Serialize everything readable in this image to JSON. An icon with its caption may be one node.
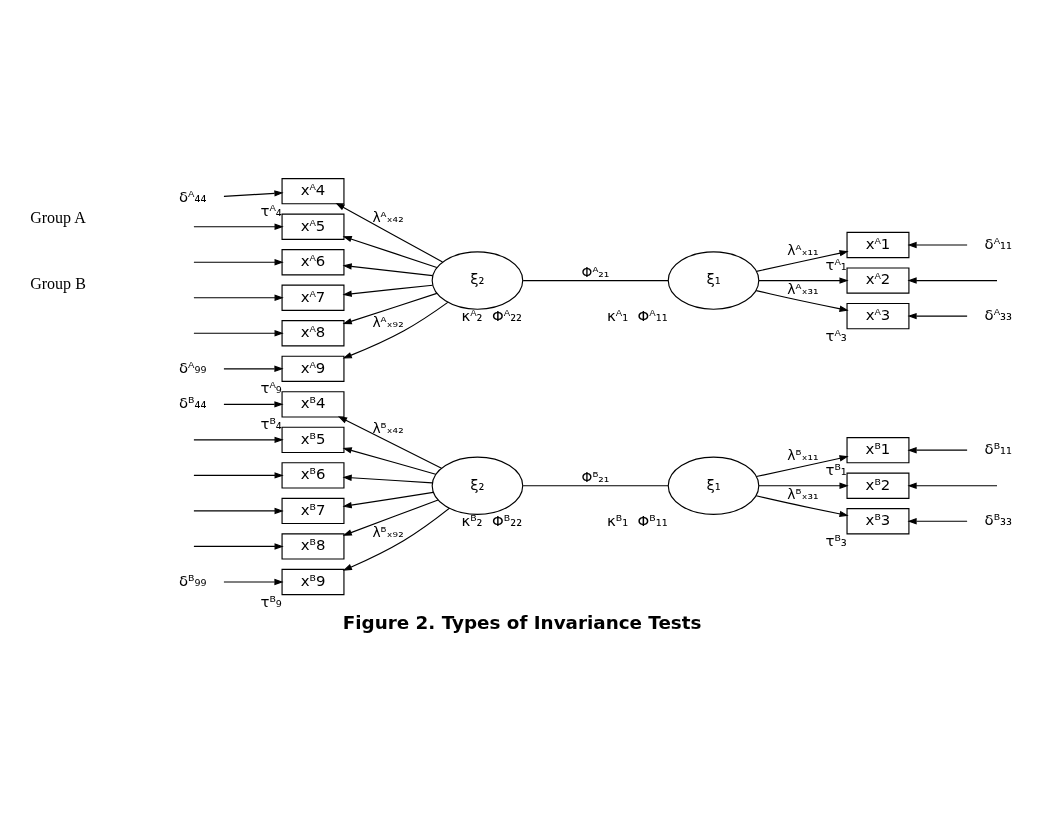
{
  "diagram": {
    "caption": "Figure 2. Types of Invariance Tests",
    "nodes": [
      {
        "text": [
          "δᴬ₄₄"
        ]
      },
      {
        "text": [
          "xᴬ4"
        ],
        "beside": [
          "τᴬ₄"
        ]
      },
      {
        "text": [
          "xᴬ5"
        ]
      },
      {
        "text": [
          "xᴬ6"
        ]
      },
      {
        "text": [
          "xᴬ7"
        ]
      },
      {
        "text": [
          "xᴬ8"
        ]
      },
      {
        "text": [
          "δᴬ₉₉"
        ]
      },
      {
        "text": [
          "xᴬ9"
        ],
        "beside": [
          "τᴬ₉"
        ]
      },
      {
        "text": [
          "ξ₂"
        ],
        "beside": [
          "κᴬ₂",
          "Φᴬ₂₂"
        ]
      },
      {
        "text": [
          "ξ₁"
        ],
        "beside": [
          "κᴬ₁",
          "Φᴬ₁₁"
        ]
      },
      {
        "text": [
          "xᴬ1"
        ],
        "beside": [
          "τᴬ₁"
        ]
      },
      {
        "text": [
          "δᴬ₁₁"
        ]
      },
      {
        "text": [
          "xᴬ2"
        ]
      },
      {
        "text": [
          "xᴬ3"
        ],
        "beside": [
          "τᴬ₃"
        ]
      },
      {
        "text": [
          "δᴬ₃₃"
        ]
      },
      {
        "text": [
          "δᴮ₄₄"
        ]
      },
      {
        "text": [
          "xᴮ4"
        ],
        "beside": [
          "τᴮ₄"
        ]
      },
      {
        "text": [
          "xᴮ5"
        ]
      },
      {
        "text": [
          "xᴮ6"
        ]
      },
      {
        "text": [
          "xᴮ7"
        ]
      },
      {
        "text": [
          "xᴮ8"
        ]
      },
      {
        "text": [
          "δᴮ₉₉"
        ]
      },
      {
        "text": [
          "xᴮ9"
        ],
        "beside": [
          "τᴮ₉"
        ]
      },
      {
        "text": [
          "ξ₂"
        ],
        "beside": [
          "κᴮ₂",
          "Φᴮ₂₂"
        ]
      },
      {
        "text": [
          "ξ₁"
        ],
        "beside": [
          "κᴮ₁",
          "Φᴮ₁₁"
        ]
      },
      {
        "text": [
          "xᴮ1"
        ],
        "beside": [
          "τᴮ₁"
        ]
      },
      {
        "text": [
          "δᴮ₁₁"
        ]
      },
      {
        "text": [
          "xᴮ2"
        ]
      },
      {
        "text": [
          "xᴮ3"
        ],
        "beside": [
          "τᴮ₃"
        ]
      },
      {
        "text": [
          "δᴮ₃₃"
        ]
      }
    ],
    "edges": [
      {
        "from": 0,
        "to": 1,
        "arrow": "to"
      },
      {
        "from": null,
        "to": 2,
        "arrow": "to"
      },
      {
        "from": null,
        "to": 3,
        "arrow": "to"
      },
      {
        "from": null,
        "to": 4,
        "arrow": "to"
      },
      {
        "from": null,
        "to": 5,
        "arrow": "to"
      },
      {
        "from": 6,
        "to": 7,
        "arrow": "to"
      },
      {
        "from": 8,
        "to": 1,
        "arrow": "to",
        "label": "λᴬₓ₄₂"
      },
      {
        "from": 8,
        "to": 2,
        "arrow": "to"
      },
      {
        "from": 8,
        "to": 3,
        "arrow": "to"
      },
      {
        "from": 8,
        "to": 4,
        "arrow": "to"
      },
      {
        "from": 8,
        "to": 5,
        "arrow": "to"
      },
      {
        "from": 8,
        "to": 7,
        "arrow": "to",
        "label": "λᴬₓ₉₂"
      },
      {
        "from": 8,
        "to": 9,
        "arrow": "none",
        "label": "Φᴬ₂₁"
      },
      {
        "from": 9,
        "to": 10,
        "arrow": "to",
        "label": "λᴬₓ₁₁"
      },
      {
        "from": 9,
        "to": 12,
        "arrow": "to"
      },
      {
        "from": 9,
        "to": 13,
        "arrow": "to",
        "label": "λᴬₓ₃₁"
      },
      {
        "from": 11,
        "to": 10,
        "arrow": "to"
      },
      {
        "from": null,
        "to": 12,
        "arrow": "to"
      },
      {
        "from": 14,
        "to": 13,
        "arrow": "to"
      },
      {
        "from": 15,
        "to": 16,
        "arrow": "to"
      },
      {
        "from": null,
        "to": 17,
        "arrow": "to"
      },
      {
        "from": null,
        "to": 18,
        "arrow": "to"
      },
      {
        "from": null,
        "to": 19,
        "arrow": "to"
      },
      {
        "from": null,
        "to": 20,
        "arrow": "to"
      },
      {
        "from": 21,
        "to": 22,
        "arrow": "to"
      },
      {
        "from": 23,
        "to": 16,
        "arrow": "to",
        "label": "λᴮₓ₄₂"
      },
      {
        "from": 23,
        "to": 17,
        "arrow": "to"
      },
      {
        "from": 23,
        "to": 18,
        "arrow": "to"
      },
      {
        "from": 23,
        "to": 19,
        "arrow": "to"
      },
      {
        "from": 23,
        "to": 20,
        "arrow": "to"
      },
      {
        "from": 23,
        "to": 22,
        "arrow": "to",
        "label": "λᴮₓ₉₂"
      },
      {
        "from": 23,
        "to": 24,
        "arrow": "none",
        "label": "Φᴮ₂₁"
      },
      {
        "from": 24,
        "to": 25,
        "arrow": "to",
        "label": "λᴮₓ₁₁"
      },
      {
        "from": 24,
        "to": 27,
        "arrow": "to"
      },
      {
        "from": 24,
        "to": 28,
        "arrow": "to",
        "label": "λᴮₓ₃₁"
      },
      {
        "from": 26,
        "to": 25,
        "arrow": "to"
      },
      {
        "from": null,
        "to": 27,
        "arrow": "to"
      },
      {
        "from": 29,
        "to": 28,
        "arrow": "to"
      }
    ],
    "labels": [
      "Group A",
      "Group B"
    ]
  }
}
